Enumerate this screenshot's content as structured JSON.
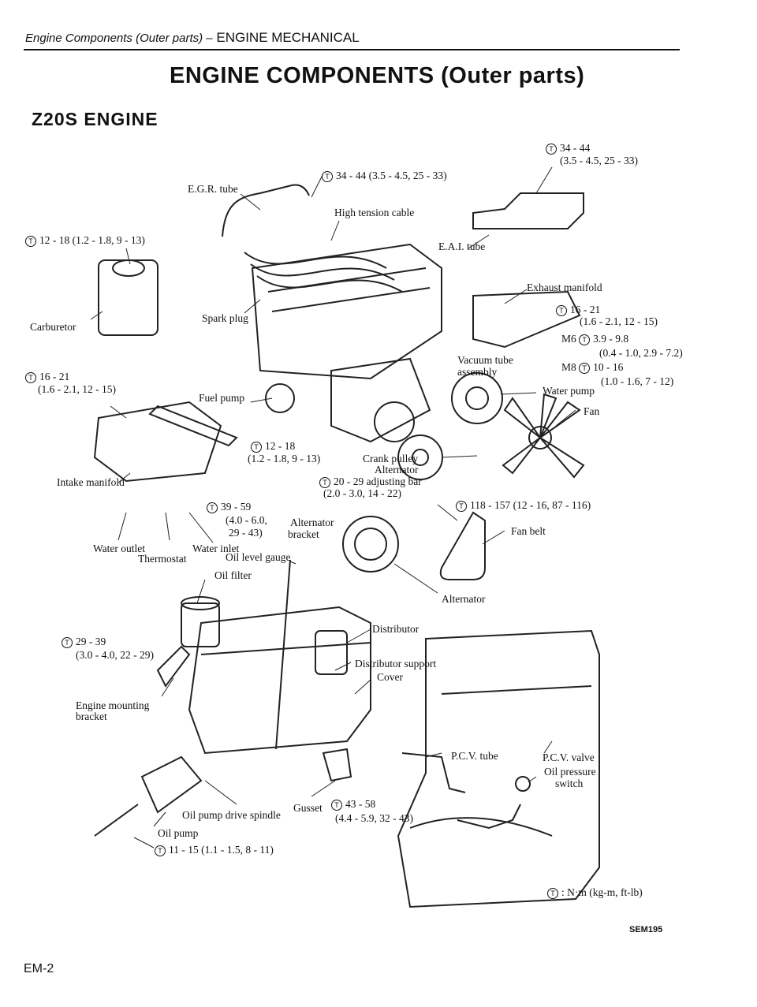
{
  "header": {
    "section_italic": "Engine Components (Outer parts) –",
    "section_main": "ENGINE MECHANICAL"
  },
  "title": "ENGINE COMPONENTS (Outer parts)",
  "subtitle": "Z20S ENGINE",
  "torque_symbol": "T",
  "labels": {
    "egr_tube": "E.G.R. tube",
    "egr_torque": "34 - 44 (3.5 - 4.5, 25 - 33)",
    "high_tension_cable": "High tension cable",
    "eai_torque_1": "34 - 44",
    "eai_torque_2": "(3.5 - 4.5, 25 - 33)",
    "eai_tube": "E.A.I. tube",
    "carb_torque": "12 - 18 (1.2 - 1.8, 9 - 13)",
    "carburetor": "Carburetor",
    "spark_plug": "Spark plug",
    "exhaust_manifold": "Exhaust manifold",
    "exh_torque_1": "16 - 21",
    "exh_torque_2": "(1.6 - 2.1, 12 - 15)",
    "m6": "M6",
    "m6_torque_1": "3.9 - 9.8",
    "m6_torque_2": "(0.4 - 1.0, 2.9 - 7.2)",
    "m8": "M8",
    "m8_torque_1": "10 - 16",
    "m8_torque_2": "(1.0 - 1.6, 7 - 12)",
    "vacuum_tube_1": "Vacuum tube",
    "vacuum_tube_2": "assembly",
    "intake_torque_1": "16 - 21",
    "intake_torque_2": "(1.6 - 2.1, 12 - 15)",
    "fuel_pump": "Fuel pump",
    "water_pump": "Water pump",
    "fan": "Fan",
    "fp_torque_1": "12 - 18",
    "fp_torque_2": "(1.2 - 1.8, 9 - 13)",
    "crank_pulley": "Crank pulley",
    "alternator_top": "Alternator",
    "adj_bar_torque": "20 - 29",
    "adjusting_bar": "adjusting bar",
    "adj_bar_torque_2": "(2.0 - 3.0, 14 - 22)",
    "intake_manifold": "Intake manifold",
    "wo_torque_1": "39 - 59",
    "wo_torque_2": "(4.0 - 6.0,",
    "wo_torque_3": "29 - 43)",
    "alt_bracket_1": "Alternator",
    "alt_bracket_2": "bracket",
    "belt_torque": "118 - 157 (12 - 16, 87 - 116)",
    "fan_belt": "Fan belt",
    "water_outlet": "Water outlet",
    "water_inlet": "Water inlet",
    "thermostat": "Thermostat",
    "oil_level_gauge": "Oil level gauge",
    "oil_filter": "Oil filter",
    "alternator_bottom": "Alternator",
    "distributor": "Distributor",
    "emb_torque_1": "29 - 39",
    "emb_torque_2": "(3.0 - 4.0, 22 - 29)",
    "distributor_support": "Distributor support",
    "cover": "Cover",
    "engine_mounting_1": "Engine mounting",
    "engine_mounting_2": "bracket",
    "pcv_tube": "P.C.V. tube",
    "pcv_valve": "P.C.V. valve",
    "oil_pressure_1": "Oil pressure",
    "oil_pressure_2": "switch",
    "oil_pump_drive_spindle": "Oil pump drive spindle",
    "gusset": "Gusset",
    "gusset_torque_1": "43 - 58",
    "gusset_torque_2": "(4.4 - 5.9, 32 - 43)",
    "oil_pump": "Oil pump",
    "oil_pump_torque": "11 - 15 (1.1 - 1.5, 8 - 11)"
  },
  "legend": {
    "text": ": N·m (kg-m, ft-lb)"
  },
  "figure_code": "SEM195",
  "page_number": "EM-2"
}
